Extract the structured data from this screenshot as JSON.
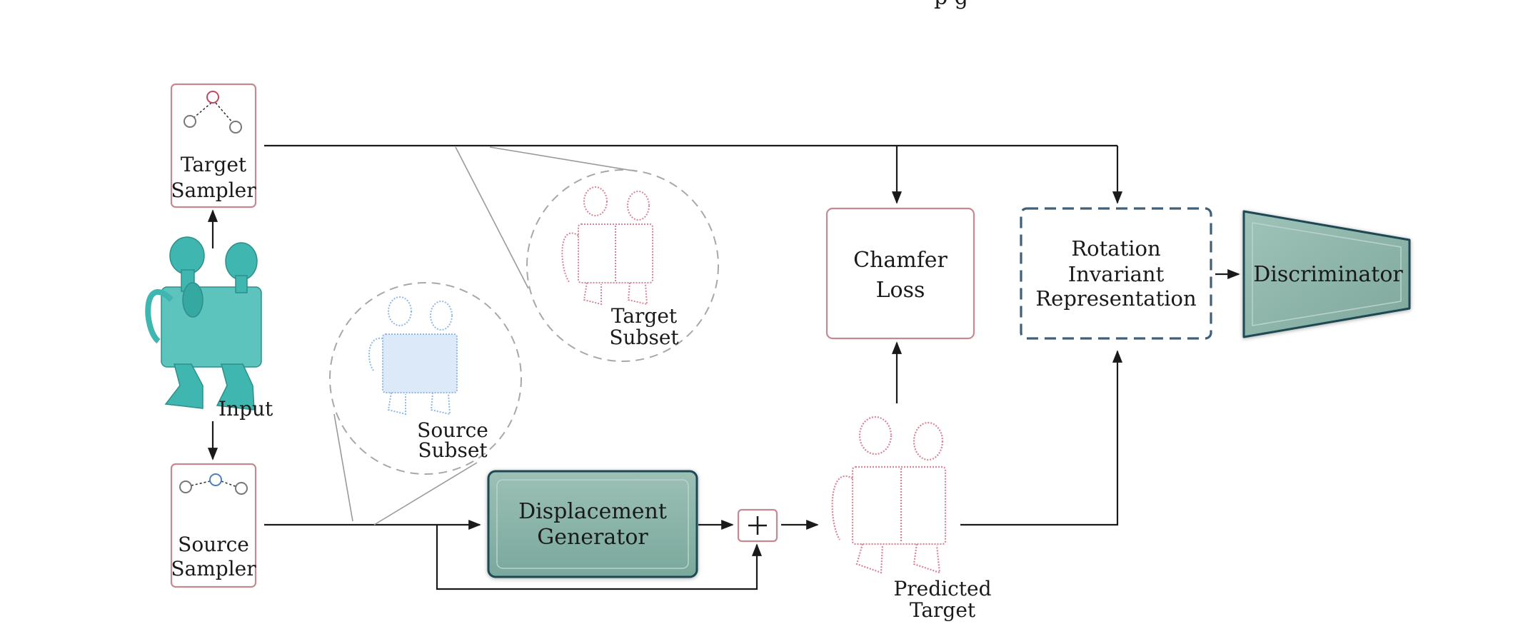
{
  "top_partial": "p g",
  "nodes": {
    "target_sampler": {
      "line1": "Target",
      "line2": "Sampler"
    },
    "source_sampler": {
      "line1": "Source",
      "line2": "Sampler"
    },
    "input": "Input",
    "target_subset": {
      "line1": "Target",
      "line2": "Subset"
    },
    "source_subset": {
      "line1": "Source",
      "line2": "Subset"
    },
    "displacement_generator": {
      "line1": "Displacement",
      "line2": "Generator"
    },
    "plus": "+",
    "predicted_target": {
      "line1": "Predicted",
      "line2": "Target"
    },
    "chamfer_loss": {
      "line1": "Chamfer",
      "line2": "Loss"
    },
    "rotation_invariant": {
      "line1": "Rotation",
      "line2": "Invariant",
      "line3": "Representation"
    },
    "discriminator": "Discriminator"
  },
  "colors": {
    "teal": "#3fb6b0",
    "teal_dark": "#2f6f6a",
    "pink": "#c04a63",
    "pink_border": "#c5898f",
    "blue": "#8fb8e8",
    "blue_dark": "#4c7fc4",
    "generator_fill": "#8eb5ab",
    "generator_border": "#1f4a52",
    "dashed_gray": "#a8a8a8",
    "rot_border": "#40607a"
  }
}
